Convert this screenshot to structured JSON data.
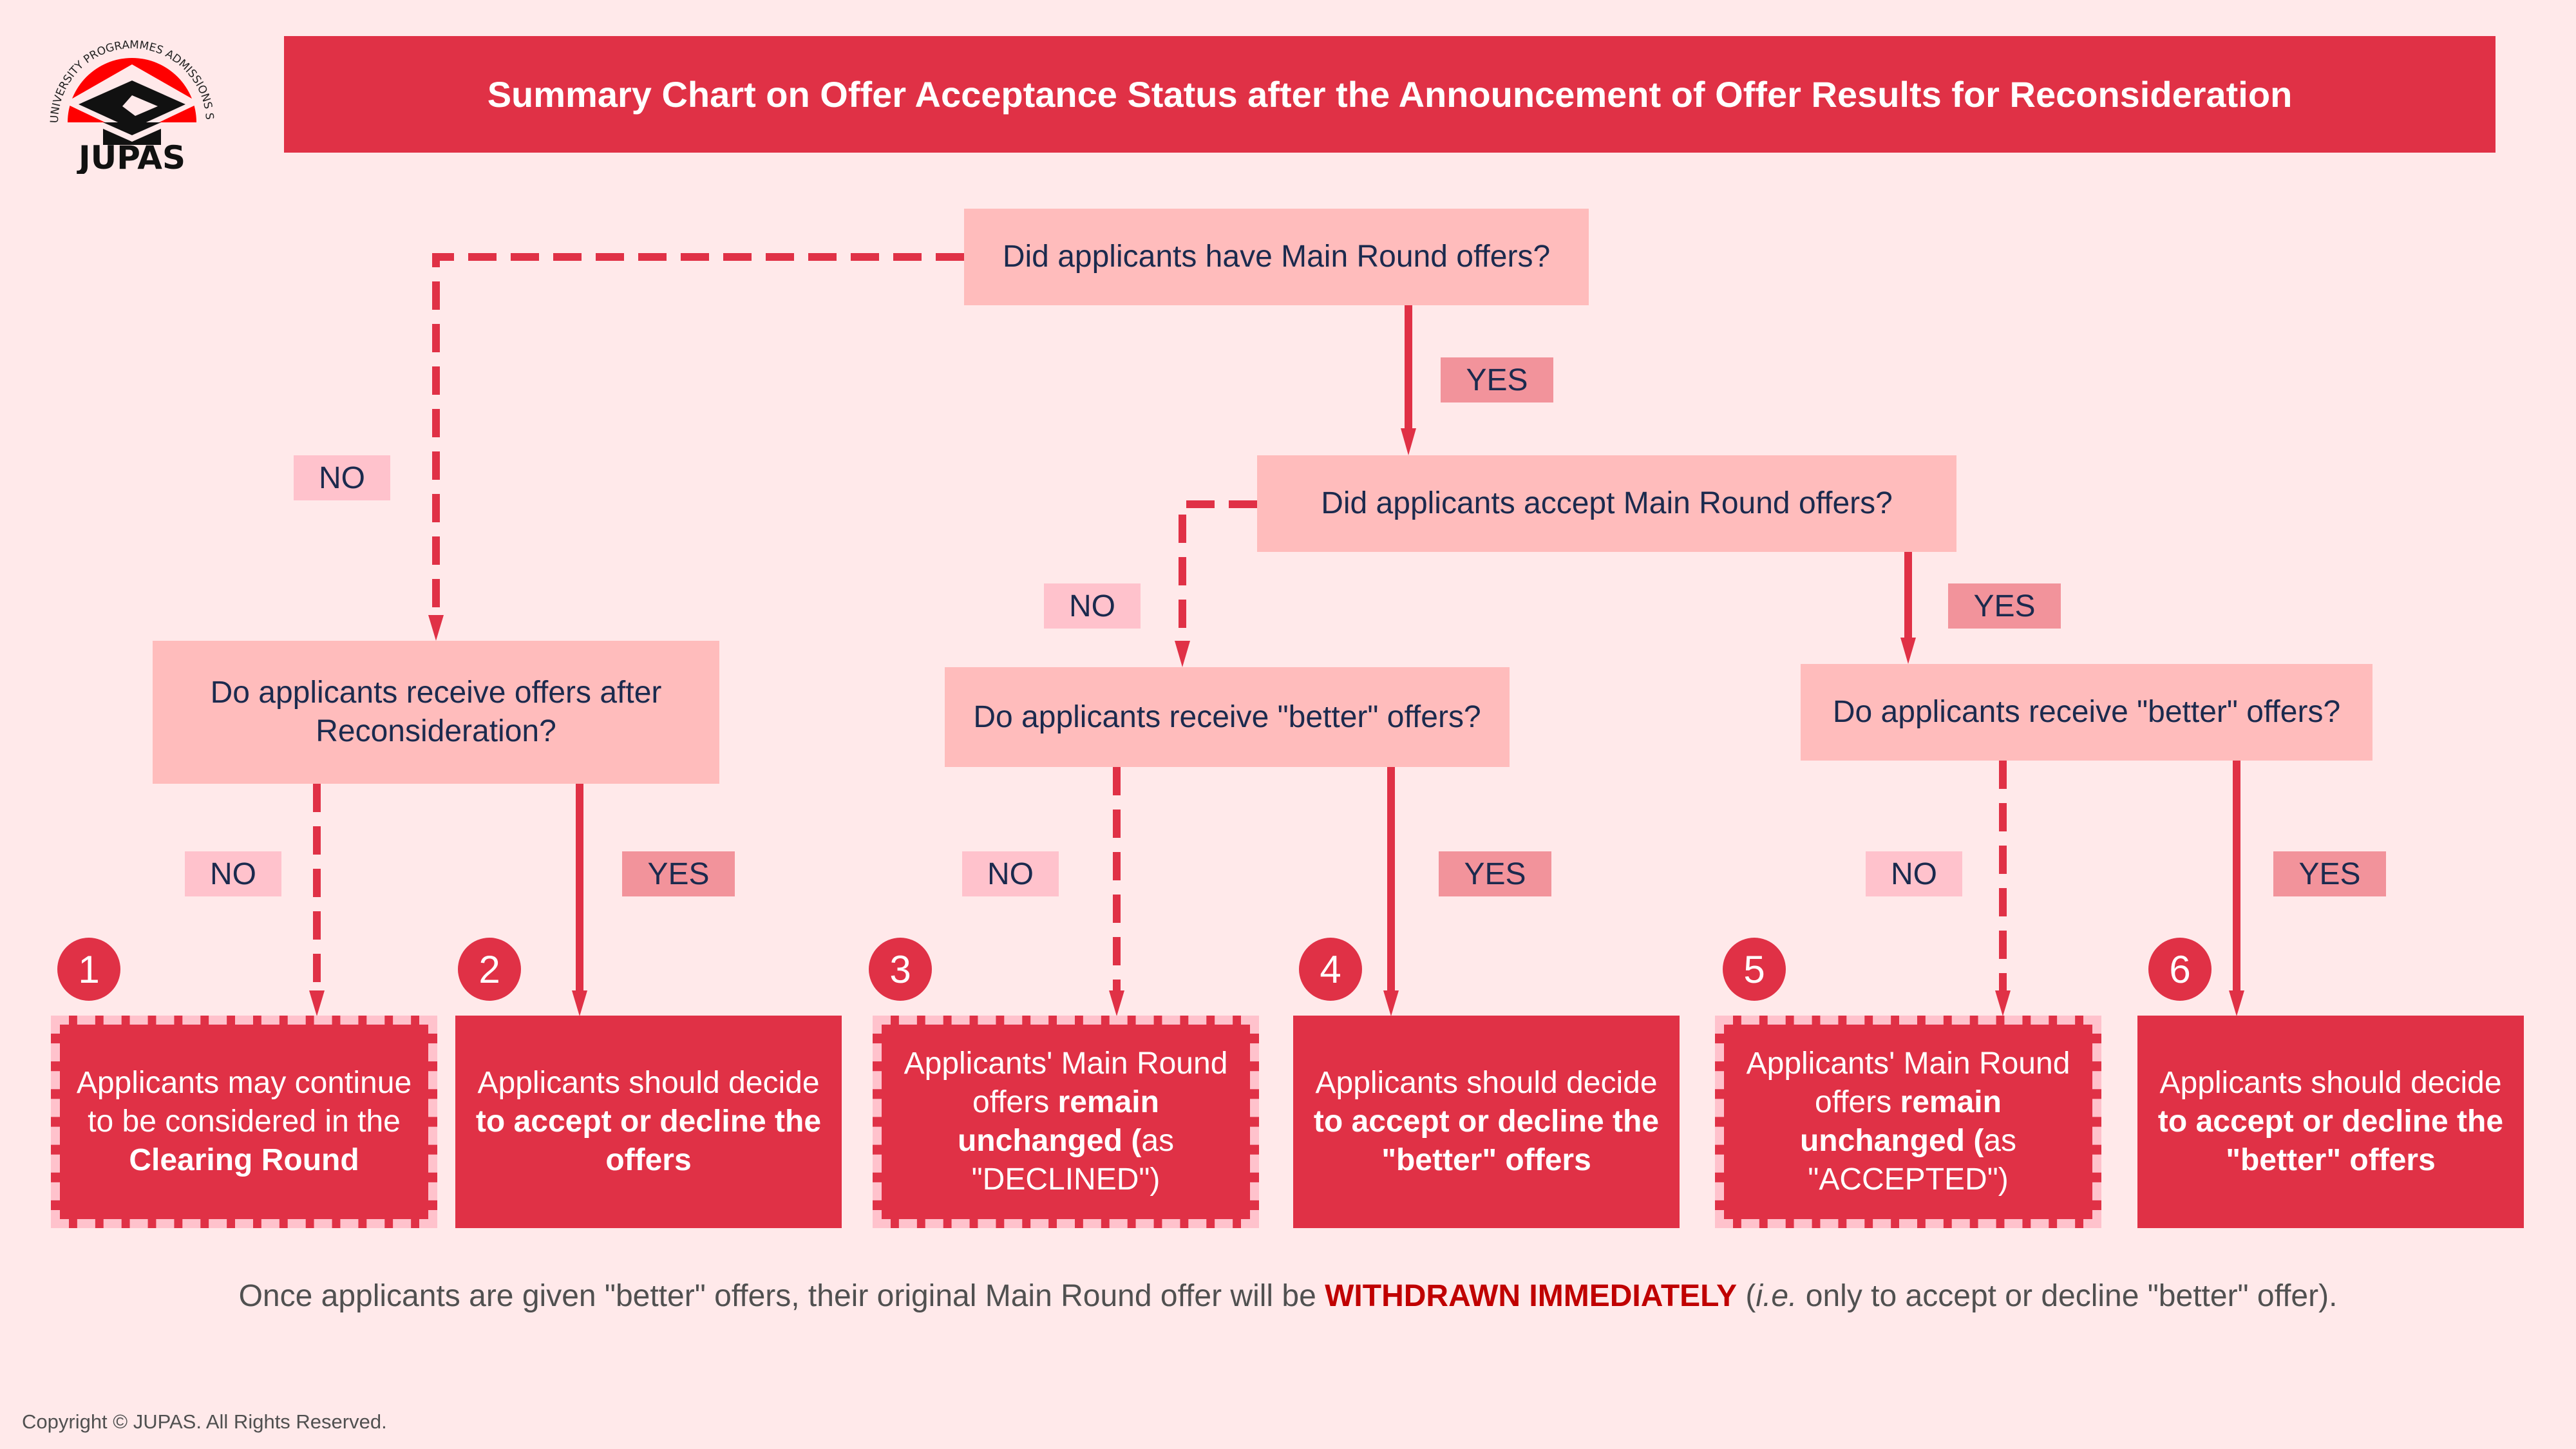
{
  "logo": {
    "arc_text": "JOINT UNIVERSITY PROGRAMMES ADMISSIONS SYSTEM",
    "wordmark": "JUPAS"
  },
  "header": {
    "title": "Summary Chart on Offer Acceptance Status after the Announcement of Offer Results for Reconsideration"
  },
  "questions": [
    {
      "id": "q1",
      "text": "Did applicants have Main Round offers?"
    },
    {
      "id": "q2",
      "text": "Did applicants accept Main Round offers?"
    },
    {
      "id": "q3",
      "text": "Do applicants receive offers after Reconsideration?"
    },
    {
      "id": "q4",
      "text": "Do applicants receive \"better\" offers?"
    },
    {
      "id": "q5",
      "text": "Do applicants receive \"better\" offers?"
    }
  ],
  "branch_labels": {
    "yes": "YES",
    "no": "NO"
  },
  "outcomes": [
    {
      "number": "1",
      "text_plain": "Applicants may continue to be considered in the ",
      "text_bold": "Clearing Round",
      "text_after": "",
      "style": "dashed"
    },
    {
      "number": "2",
      "text_plain": "Applicants should decide ",
      "text_bold": "to accept or decline the offers",
      "text_after": "",
      "style": "solid"
    },
    {
      "number": "3",
      "text_plain": "Applicants' Main Round offers ",
      "text_bold": "remain unchanged (",
      "text_after": "as \"DECLINED\")",
      "style": "dashed"
    },
    {
      "number": "4",
      "text_plain": "Applicants should decide ",
      "text_bold": "to accept or decline the \"better\" offers",
      "text_after": "",
      "style": "solid"
    },
    {
      "number": "5",
      "text_plain": "Applicants' Main Round offers ",
      "text_bold": "remain unchanged (",
      "text_after": "as \"ACCEPTED\")",
      "style": "dashed"
    },
    {
      "number": "6",
      "text_plain": "Applicants should decide ",
      "text_bold": "to accept or decline the \"better\" offers",
      "text_after": "",
      "style": "solid"
    }
  ],
  "note": {
    "before": "Once applicants are given \"better\" offers, their original Main Round offer will be ",
    "emphasis": "WITHDRAWN IMMEDIATELY",
    "paren_open": " (",
    "ie": "i.e.",
    "after": " only to accept or decline  \"better\" offer)."
  },
  "copyright": "Copyright © JUPAS. All Rights Reserved.",
  "colors": {
    "background": "#ffe9ea",
    "accent_red": "#e03146",
    "question_fill": "#ffbcbc",
    "no_tag": "#ffc2cc",
    "yes_tag": "#f2939b",
    "text_navy": "#1b2a4e",
    "emphasis_red": "#c00000"
  }
}
